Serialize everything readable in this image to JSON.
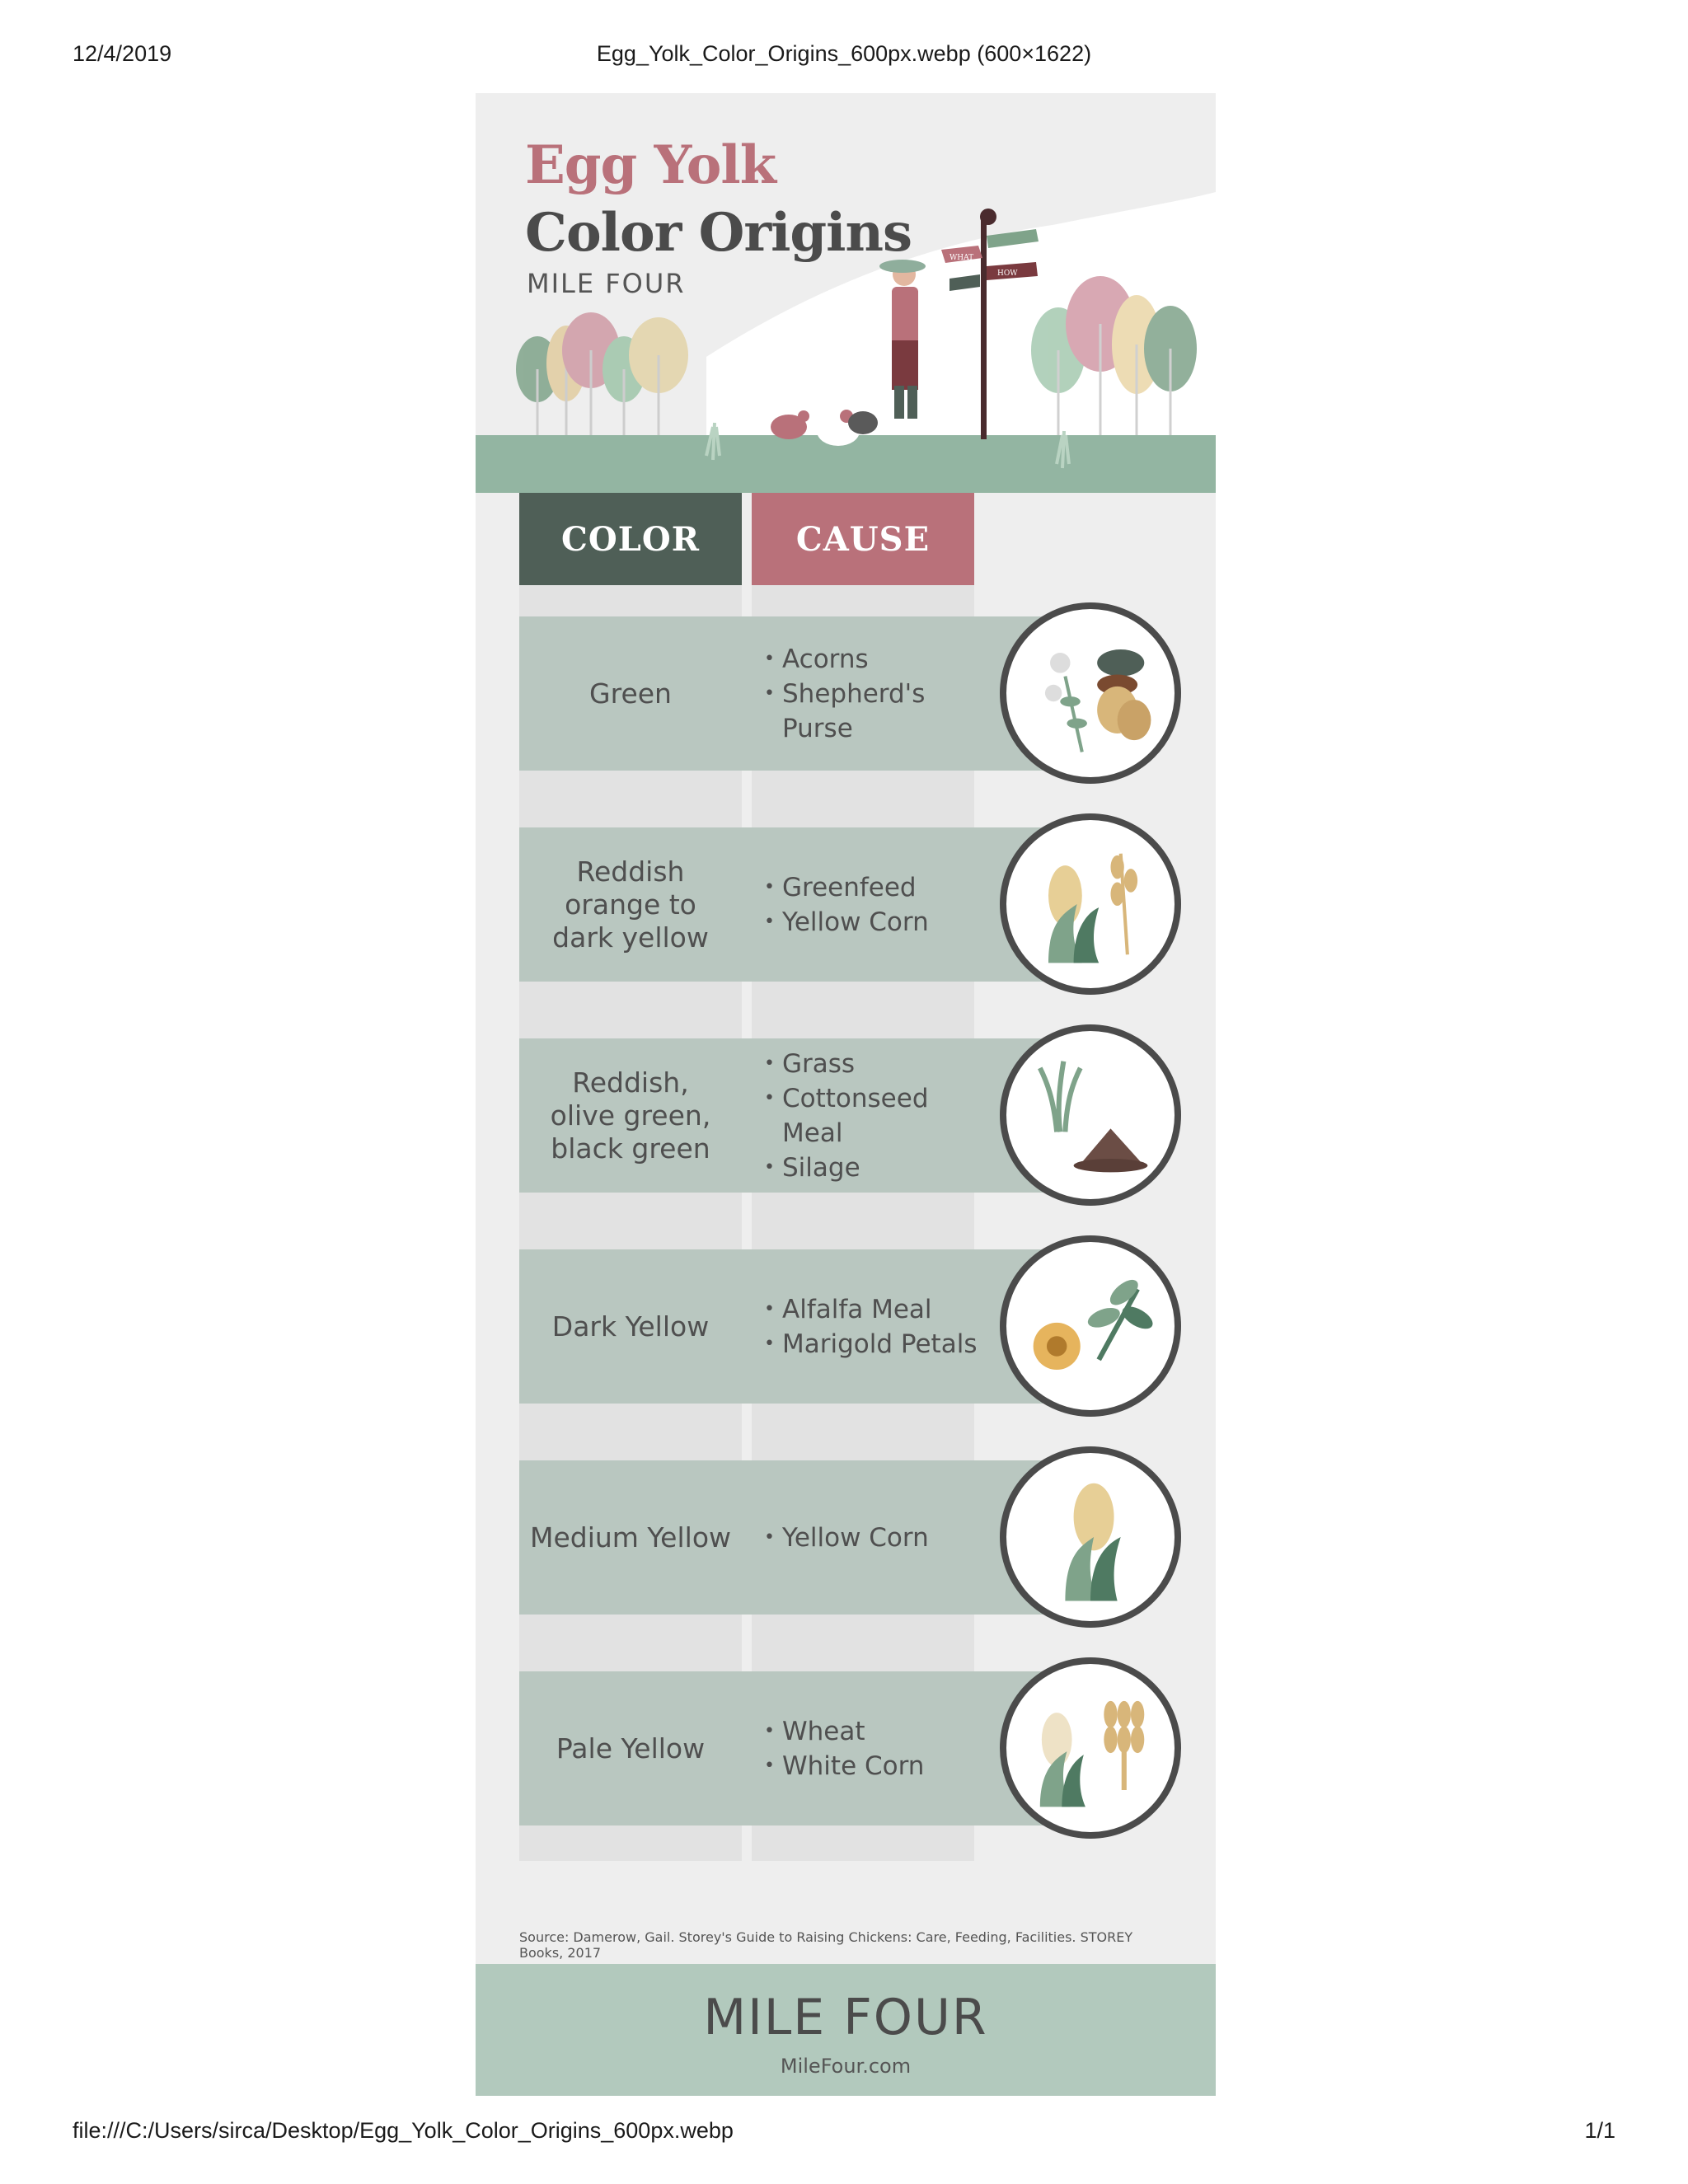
{
  "browser": {
    "date": "12/4/2019",
    "title": "Egg_Yolk_Color_Origins_600px.webp (600×1622)",
    "file_path": "file:///C:/Users/sirca/Desktop/Egg_Yolk_Color_Origins_600px.webp",
    "page_num": "1/1"
  },
  "infographic": {
    "title_line1": "Egg Yolk",
    "title_line2": "Color Origins",
    "brand_small": "MILE FOUR",
    "sign_what": "WHAT",
    "sign_how": "HOW",
    "header_color": "COLOR",
    "header_cause": "CAUSE",
    "rows": [
      {
        "color": "Green",
        "causes": [
          "Acorns",
          "Shepherd's\nPurse"
        ],
        "icon": "acorn-herb-icon"
      },
      {
        "color": "Reddish\norange to\ndark yellow",
        "causes": [
          "Greenfeed",
          "Yellow Corn"
        ],
        "icon": "corn-wheat-icon"
      },
      {
        "color": "Reddish,\nolive green,\nblack green",
        "causes": [
          "Grass",
          "Cottonseed Meal",
          "Silage"
        ],
        "icon": "grass-meal-icon"
      },
      {
        "color": "Dark Yellow",
        "causes": [
          "Alfalfa Meal",
          "Marigold Petals"
        ],
        "icon": "marigold-alfalfa-icon"
      },
      {
        "color": "Medium Yellow",
        "causes": [
          "Yellow Corn"
        ],
        "icon": "corn-icon"
      },
      {
        "color": "Pale Yellow",
        "causes": [
          "Wheat",
          "White Corn"
        ],
        "icon": "wheat-white-corn-icon"
      }
    ],
    "source": "Source: Damerow, Gail. Storey's Guide to Raising Chickens: Care, Feeding, Facilities. STOREY Books, 2017",
    "footer_brand": "MILE FOUR",
    "footer_url": "MileFour.com",
    "colors": {
      "rose": "#b9717a",
      "dark_green": "#4f5f57",
      "sage": "#8fae9c",
      "band": "#b9c7c0",
      "footer": "#b2c9bd",
      "wheat": "#d8b67a"
    }
  }
}
